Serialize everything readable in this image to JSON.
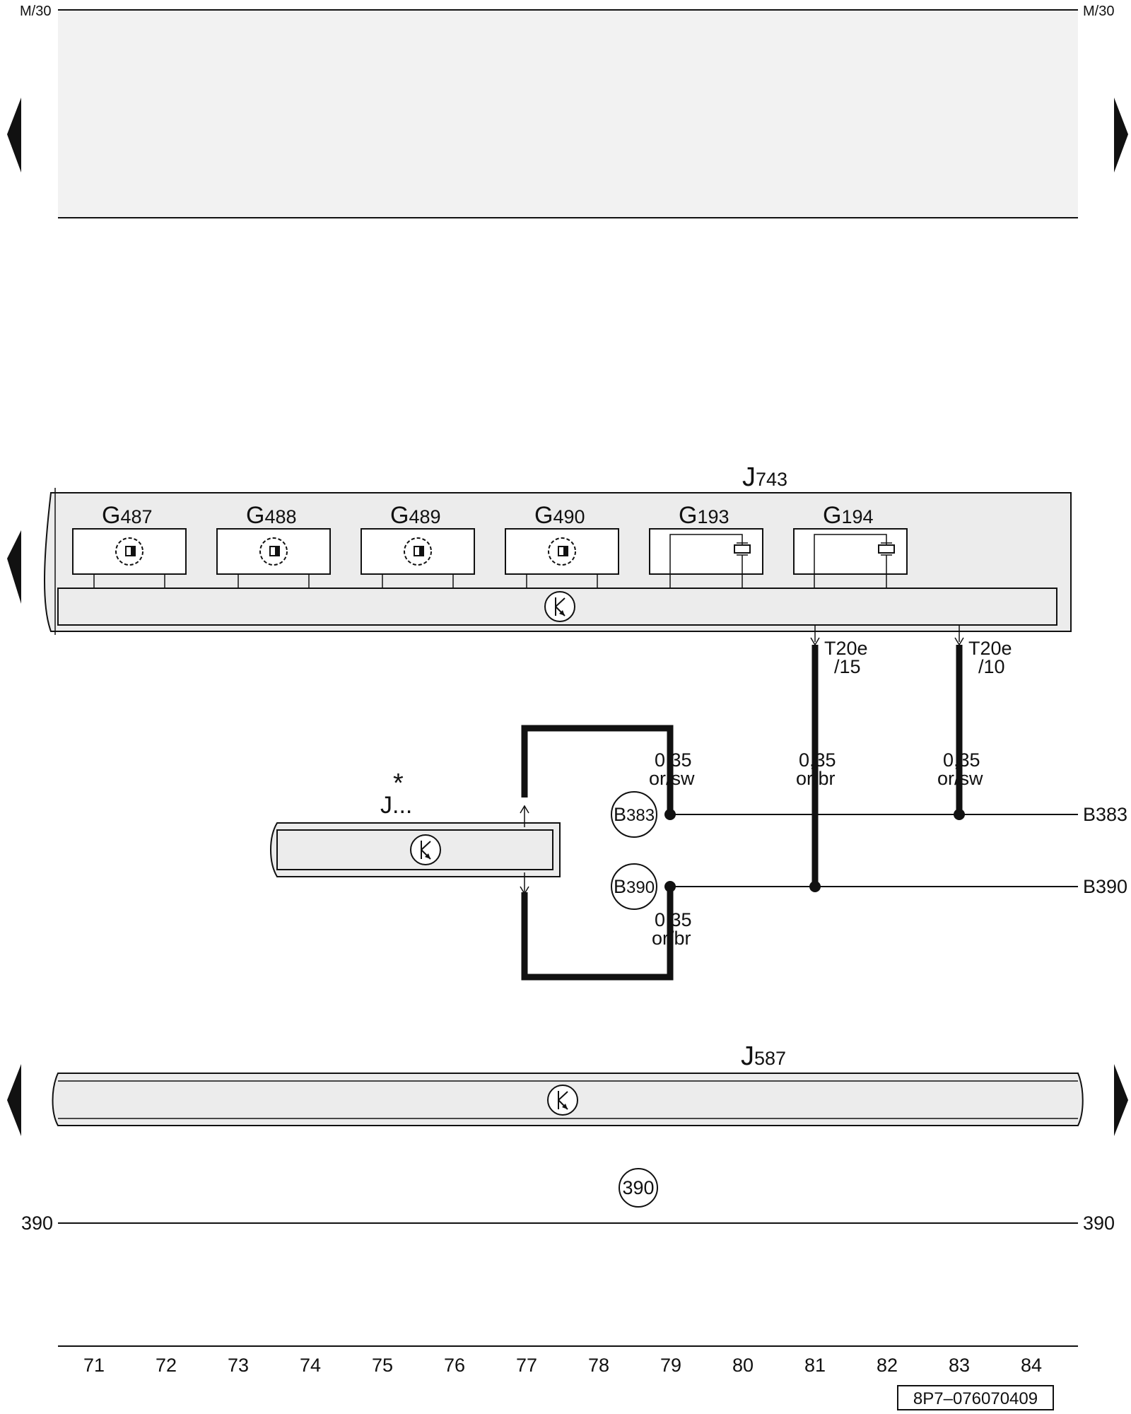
{
  "labels": {
    "m30_left": "M/30",
    "m30_right": "M/30",
    "j743_main": "J",
    "j743_sub": "743",
    "j587_main": "J",
    "j587_sub": "587",
    "jx_main": "J...",
    "jx_star": "*",
    "line390_left": "390",
    "line390_right": "390",
    "ref390": "390",
    "ref_b383_main": "B",
    "ref_b383_sub": "383",
    "ref_b390_main": "B",
    "ref_b390_sub": "390",
    "bus_b383": "B383",
    "bus_b390": "B390",
    "doc_id": "8P7–076070409"
  },
  "sensors": [
    {
      "main": "G",
      "sub": "487"
    },
    {
      "main": "G",
      "sub": "488"
    },
    {
      "main": "G",
      "sub": "489"
    },
    {
      "main": "G",
      "sub": "490"
    },
    {
      "main": "G",
      "sub": "193"
    },
    {
      "main": "G",
      "sub": "194"
    }
  ],
  "connectors": [
    {
      "name": "T20e",
      "pin": "/15"
    },
    {
      "name": "T20e",
      "pin": "/10"
    }
  ],
  "wires": [
    {
      "size": "0,35",
      "color": "or/sw"
    },
    {
      "size": "0,35",
      "color": "or/br"
    },
    {
      "size": "0,35",
      "color": "or/sw"
    },
    {
      "size": "0,35",
      "color": "or/br"
    }
  ],
  "columns": [
    "71",
    "72",
    "73",
    "74",
    "75",
    "76",
    "77",
    "78",
    "79",
    "80",
    "81",
    "82",
    "83",
    "84"
  ],
  "colors": {
    "wire": "#111111",
    "module_fill": "#ececec",
    "band_fill": "#f2f2f2"
  }
}
